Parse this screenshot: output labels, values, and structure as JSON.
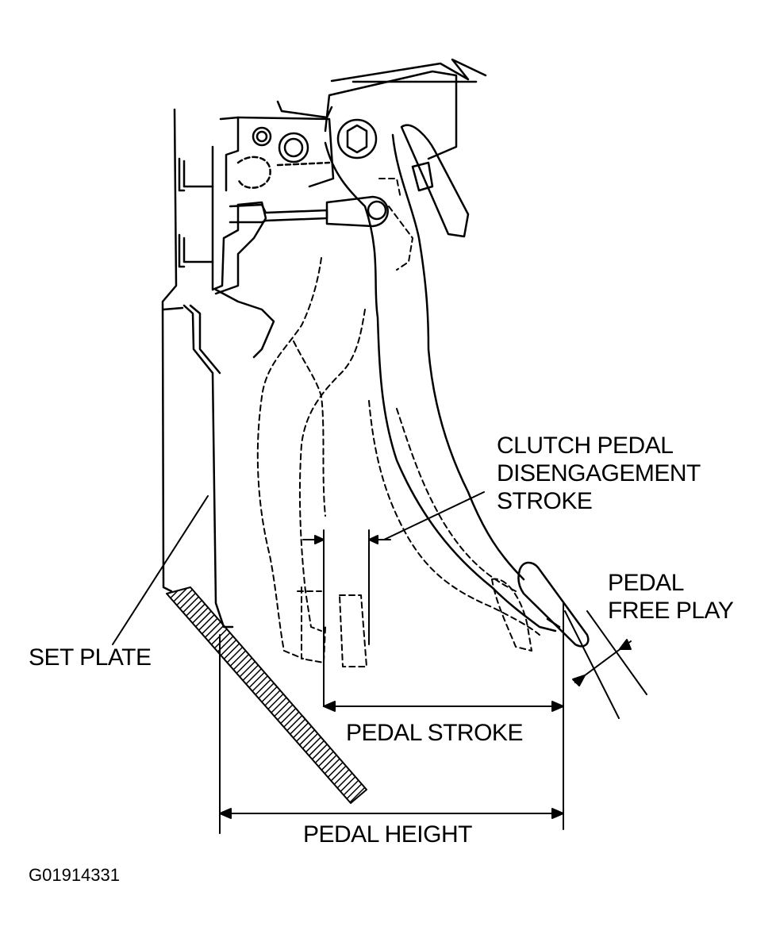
{
  "figure": {
    "figure_id": "G01914331",
    "labels": {
      "clutch_pedal_stroke": [
        "CLUTCH PEDAL",
        "DISENGAGEMENT",
        "STROKE"
      ],
      "pedal_free_play": [
        "PEDAL",
        "FREE PLAY"
      ],
      "set_plate": "SET PLATE",
      "pedal_stroke": "PEDAL STROKE",
      "pedal_height": "PEDAL HEIGHT"
    }
  },
  "colors": {
    "ink": "#000000",
    "paper": "#ffffff"
  }
}
